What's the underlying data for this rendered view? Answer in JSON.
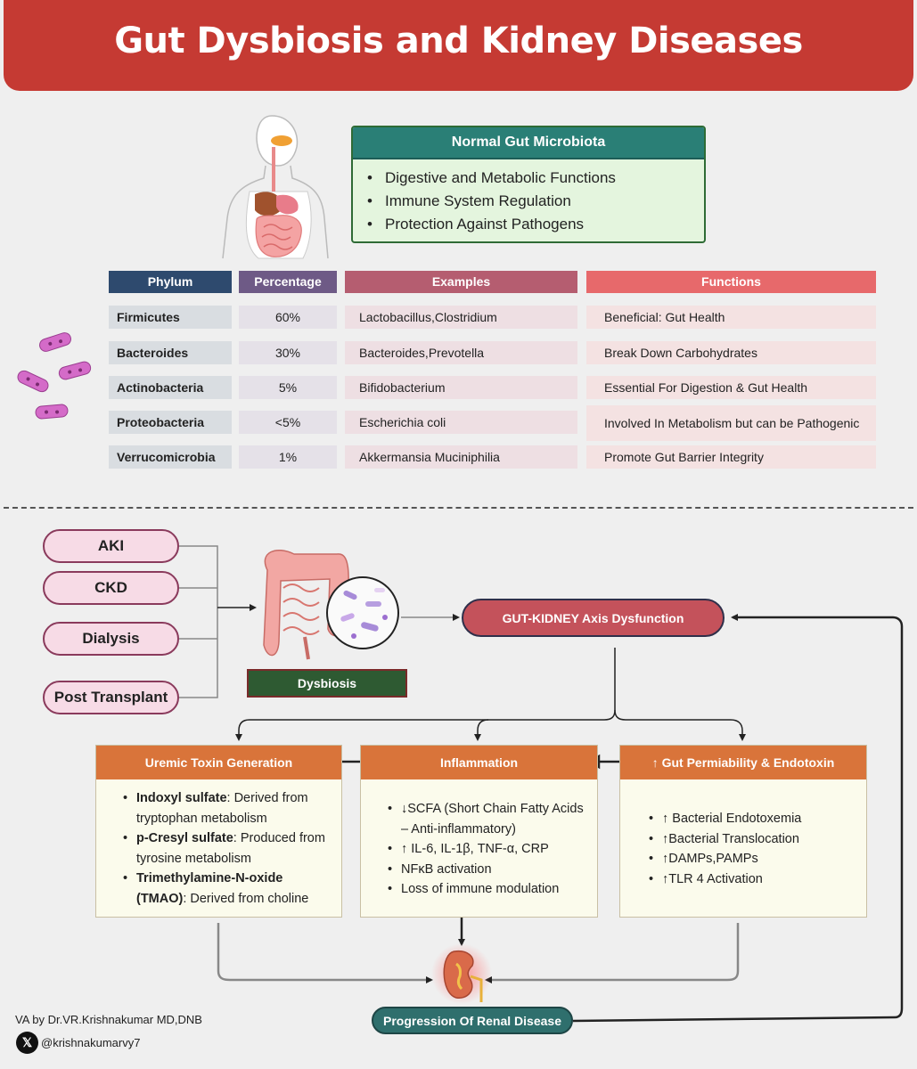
{
  "title": "Gut Dysbiosis and Kidney Diseases",
  "normal_gut": {
    "title": "Normal Gut Microbiota",
    "items": [
      "Digestive and Metabolic Functions",
      "Immune System Regulation",
      "Protection Against Pathogens"
    ]
  },
  "table": {
    "headers": [
      "Phylum",
      "Percentage",
      "Examples",
      "Functions"
    ],
    "header_colors": [
      "#2e4a6e",
      "#6e5a86",
      "#b55d70",
      "#e7696b"
    ],
    "rows": [
      [
        "Firmicutes",
        "60%",
        "Lactobacillus,Clostridium",
        "Beneficial: Gut Health"
      ],
      [
        "Bacteroides",
        "30%",
        "Bacteroides,Prevotella",
        "Break Down Carbohydrates"
      ],
      [
        "Actinobacteria",
        "5%",
        "Bifidobacterium",
        "Essential For Digestion & Gut  Health"
      ],
      [
        "Proteobacteria",
        "<5%",
        "Escherichia coli",
        "Involved In Metabolism but can be Pathogenic"
      ],
      [
        "Verrucomicrobia",
        "1%",
        "Akkermansia Muciniphilia",
        "Promote Gut Barrier Integrity"
      ]
    ]
  },
  "conditions": [
    "AKI",
    "CKD",
    "Dialysis",
    "Post Transplant"
  ],
  "dysbiosis_label": "Dysbiosis",
  "axis_label": "GUT-KIDNEY Axis Dysfunction",
  "uremic": {
    "title": "Uremic Toxin Generation",
    "items": [
      {
        "bold": "Indoxyl sulfate",
        "text": ": Derived from tryptophan metabolism"
      },
      {
        "bold": "p-Cresyl sulfate",
        "text": ": Produced from tyrosine metabolism"
      },
      {
        "bold": "Trimethylamine-N-oxide (TMAO)",
        "text": ": Derived from choline"
      }
    ]
  },
  "inflammation": {
    "title": "Inflammation",
    "items": [
      "↓SCFA (Short Chain Fatty Acids – Anti-inflammatory)",
      "↑ IL-6, IL-1β, TNF-α, CRP",
      "NFκB activation",
      "Loss of immune modulation"
    ]
  },
  "permeability": {
    "title": "↑ Gut Permiability & Endotoxin",
    "items": [
      "↑ Bacterial Endotoxemia",
      "↑Bacterial Translocation",
      "↑DAMPs,PAMPs",
      "↑TLR 4 Activation"
    ]
  },
  "progression_label": "Progression Of Renal Disease",
  "credit": "VA by Dr.VR.Krishnakumar MD,DNB",
  "handle": "@krishnakumarvy7",
  "x_logo_glyph": "𝕏"
}
